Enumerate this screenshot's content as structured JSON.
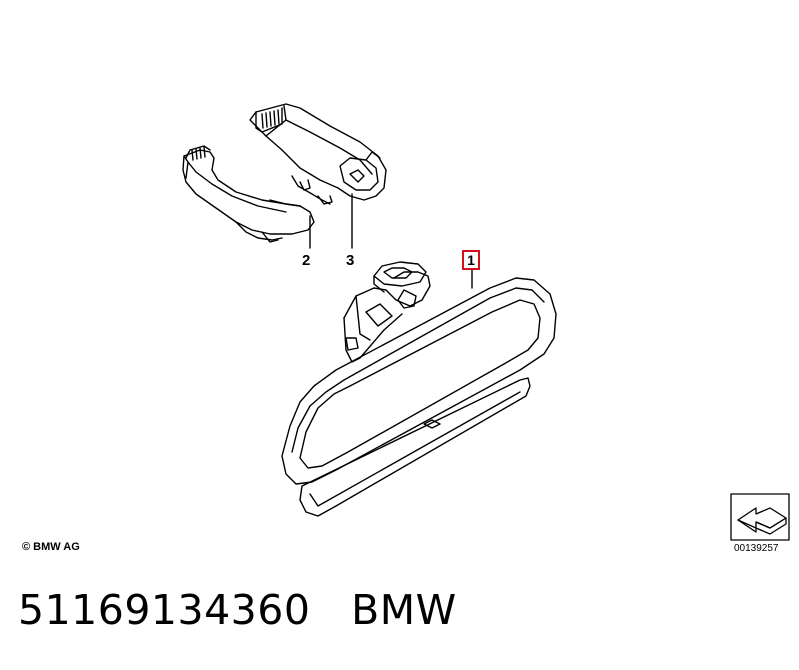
{
  "callouts": {
    "part1": "1",
    "part2": "2",
    "part3": "3"
  },
  "copyright": "© BMW AG",
  "diagram_number": "00139257",
  "caption": {
    "part_number": "51169134360",
    "brand": "BMW"
  },
  "colors": {
    "line": "#000000",
    "highlight_box": "#d0101a",
    "background": "#ffffff"
  }
}
